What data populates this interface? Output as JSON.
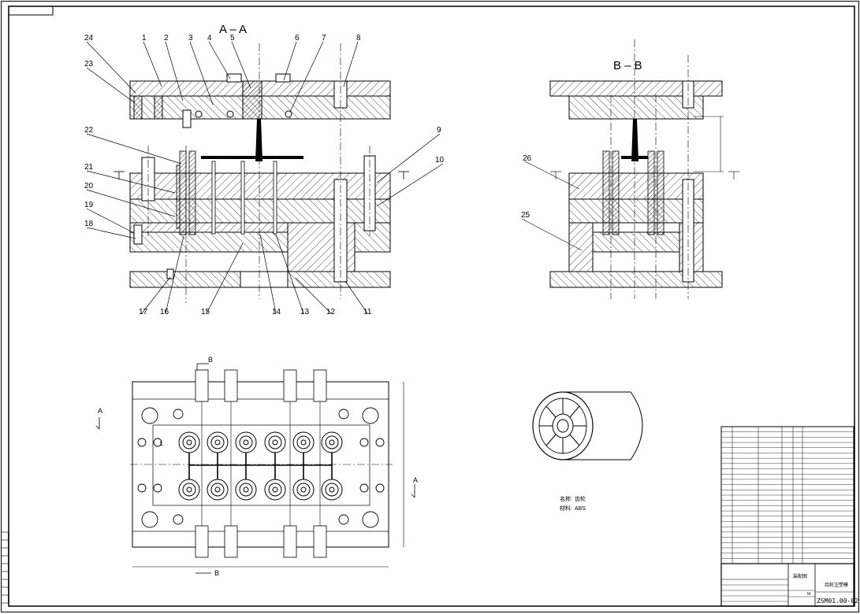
{
  "section_aa": "A – A",
  "section_bb": "B – B",
  "callouts_top": [
    "24",
    "1",
    "2",
    "3",
    "4",
    "5",
    "6",
    "7",
    "8"
  ],
  "callouts_left": [
    "23",
    "22",
    "21",
    "20",
    "19",
    "18"
  ],
  "callouts_bottom": [
    "17",
    "16",
    "15",
    "14",
    "13",
    "12",
    "11"
  ],
  "callouts_right": [
    "9",
    "10"
  ],
  "callouts_bb": [
    "26",
    "25"
  ],
  "plan_marks": {
    "b": "B",
    "a": "A",
    "l": "L"
  },
  "part_info": {
    "name_label": "名称:",
    "name_value": "齿轮",
    "material_label": "材料:",
    "material_value": "ABS"
  },
  "title_block": {
    "drawing_title": "装配图",
    "part_name": "齿轮注塑模",
    "drawing_no": "ZSM01.00-02",
    "scale": "M"
  }
}
